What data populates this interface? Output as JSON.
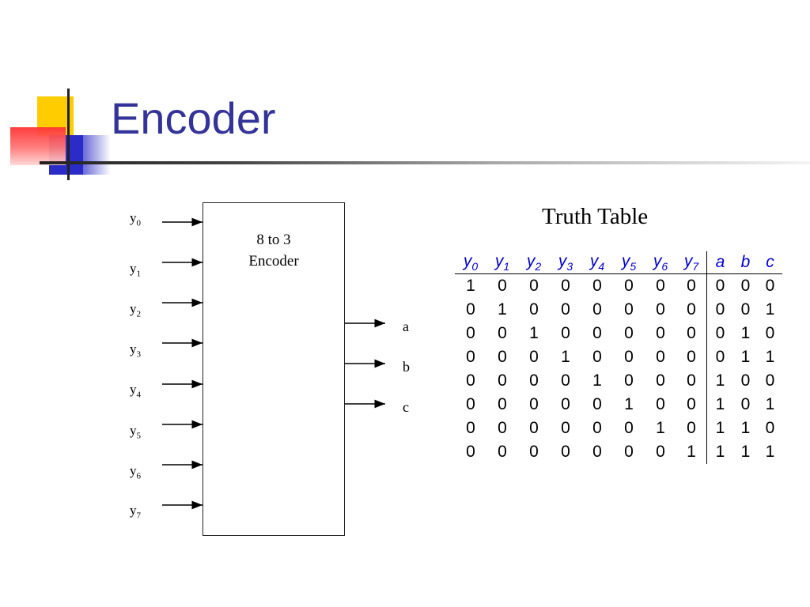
{
  "title": "Encoder",
  "diagram": {
    "box_label_1": "8 to 3",
    "box_label_2": "Encoder",
    "inputs": [
      {
        "base": "y",
        "sub": "0"
      },
      {
        "base": "y",
        "sub": "1"
      },
      {
        "base": "y",
        "sub": "2"
      },
      {
        "base": "y",
        "sub": "3"
      },
      {
        "base": "y",
        "sub": "4"
      },
      {
        "base": "y",
        "sub": "5"
      },
      {
        "base": "y",
        "sub": "6"
      },
      {
        "base": "y",
        "sub": "7"
      }
    ],
    "outputs": [
      "a",
      "b",
      "c"
    ]
  },
  "truth_table": {
    "title": "Truth Table",
    "headers": [
      {
        "base": "y",
        "sub": "0"
      },
      {
        "base": "y",
        "sub": "1"
      },
      {
        "base": "y",
        "sub": "2"
      },
      {
        "base": "y",
        "sub": "3"
      },
      {
        "base": "y",
        "sub": "4"
      },
      {
        "base": "y",
        "sub": "5"
      },
      {
        "base": "y",
        "sub": "6"
      },
      {
        "base": "y",
        "sub": "7"
      },
      {
        "base": "a",
        "sub": ""
      },
      {
        "base": "b",
        "sub": ""
      },
      {
        "base": "c",
        "sub": ""
      }
    ],
    "rows": [
      [
        "1",
        "0",
        "0",
        "0",
        "0",
        "0",
        "0",
        "0",
        "0",
        "0",
        "0"
      ],
      [
        "0",
        "1",
        "0",
        "0",
        "0",
        "0",
        "0",
        "0",
        "0",
        "0",
        "1"
      ],
      [
        "0",
        "0",
        "1",
        "0",
        "0",
        "0",
        "0",
        "0",
        "0",
        "1",
        "0"
      ],
      [
        "0",
        "0",
        "0",
        "1",
        "0",
        "0",
        "0",
        "0",
        "0",
        "1",
        "1"
      ],
      [
        "0",
        "0",
        "0",
        "0",
        "1",
        "0",
        "0",
        "0",
        "1",
        "0",
        "0"
      ],
      [
        "0",
        "0",
        "0",
        "0",
        "0",
        "1",
        "0",
        "0",
        "1",
        "0",
        "1"
      ],
      [
        "0",
        "0",
        "0",
        "0",
        "0",
        "0",
        "1",
        "0",
        "1",
        "1",
        "0"
      ],
      [
        "0",
        "0",
        "0",
        "0",
        "0",
        "0",
        "0",
        "1",
        "1",
        "1",
        "1"
      ]
    ]
  },
  "colors": {
    "title": "#333399",
    "table_header": "#0000cc"
  }
}
